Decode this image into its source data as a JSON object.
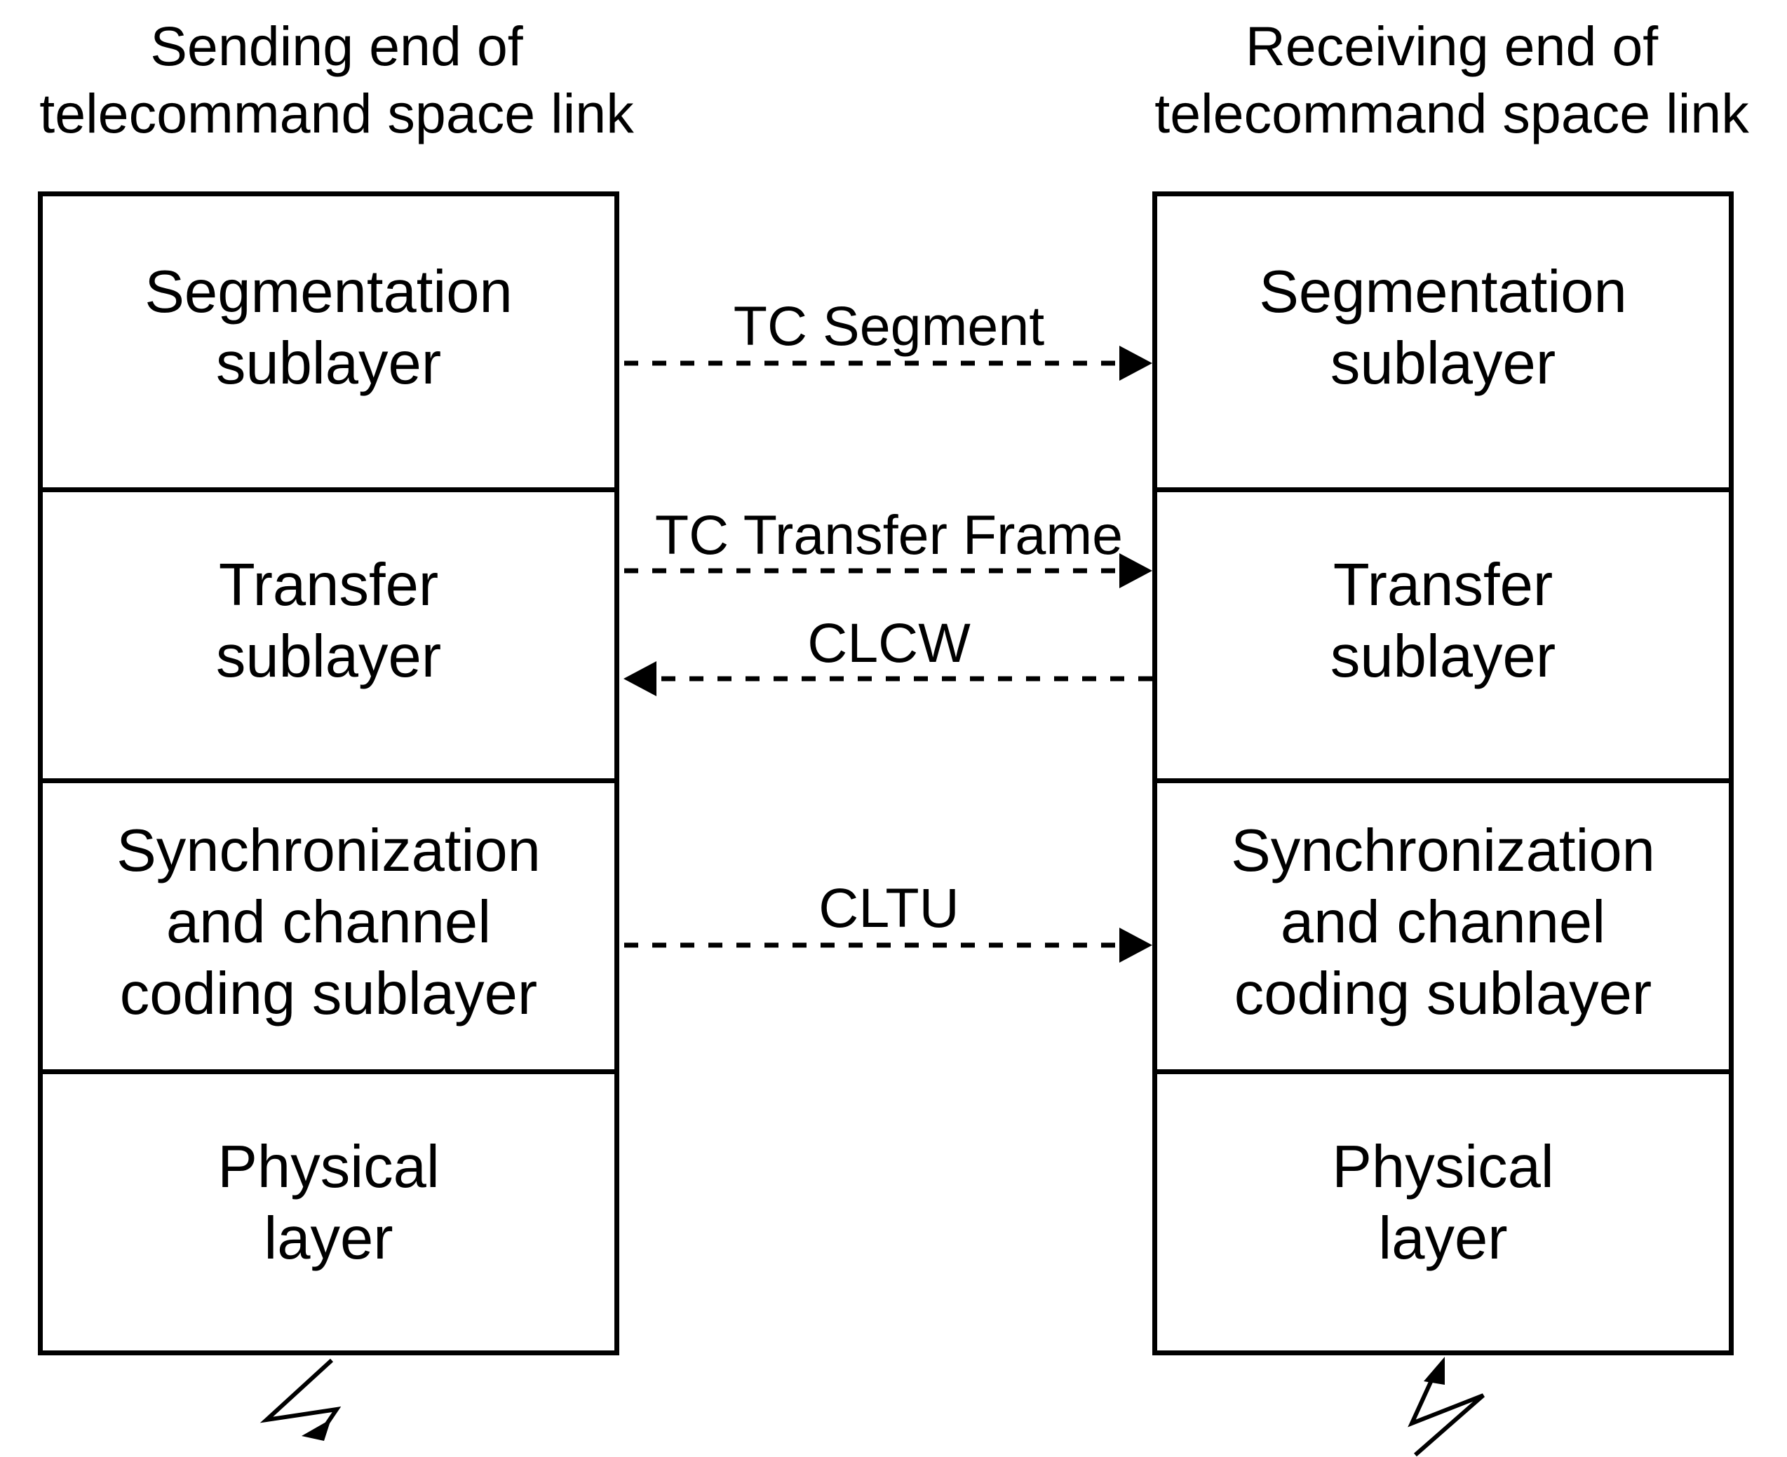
{
  "titles": {
    "left": "Sending end of\ntelecommand space link",
    "right": "Receiving end of\ntelecommand space link"
  },
  "layers": {
    "segmentation": "Segmentation\nsublayer",
    "transfer": "Transfer\nsublayer",
    "sync_coding": "Synchronization\nand channel\ncoding sublayer",
    "physical": "Physical\nlayer"
  },
  "flows": {
    "tc_segment": "TC Segment",
    "tc_transfer_frame": "TC Transfer Frame",
    "clcw": "CLCW",
    "cltu": "CLTU"
  },
  "colors": {
    "line": "#000000",
    "background": "#ffffff"
  }
}
